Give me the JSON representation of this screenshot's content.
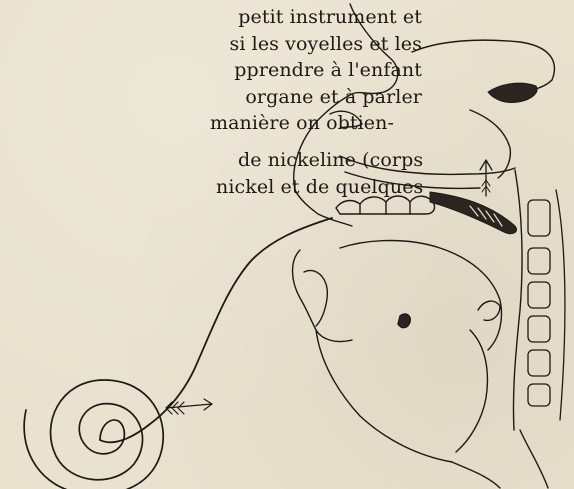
{
  "text_lines": [
    "petit instrument et",
    "si les voyelles et les",
    "pprendre à l'enfant",
    "organe et à parler",
    "manière on obtien-",
    "de nickeline (corps",
    "nickel et de quelques"
  ]
}
